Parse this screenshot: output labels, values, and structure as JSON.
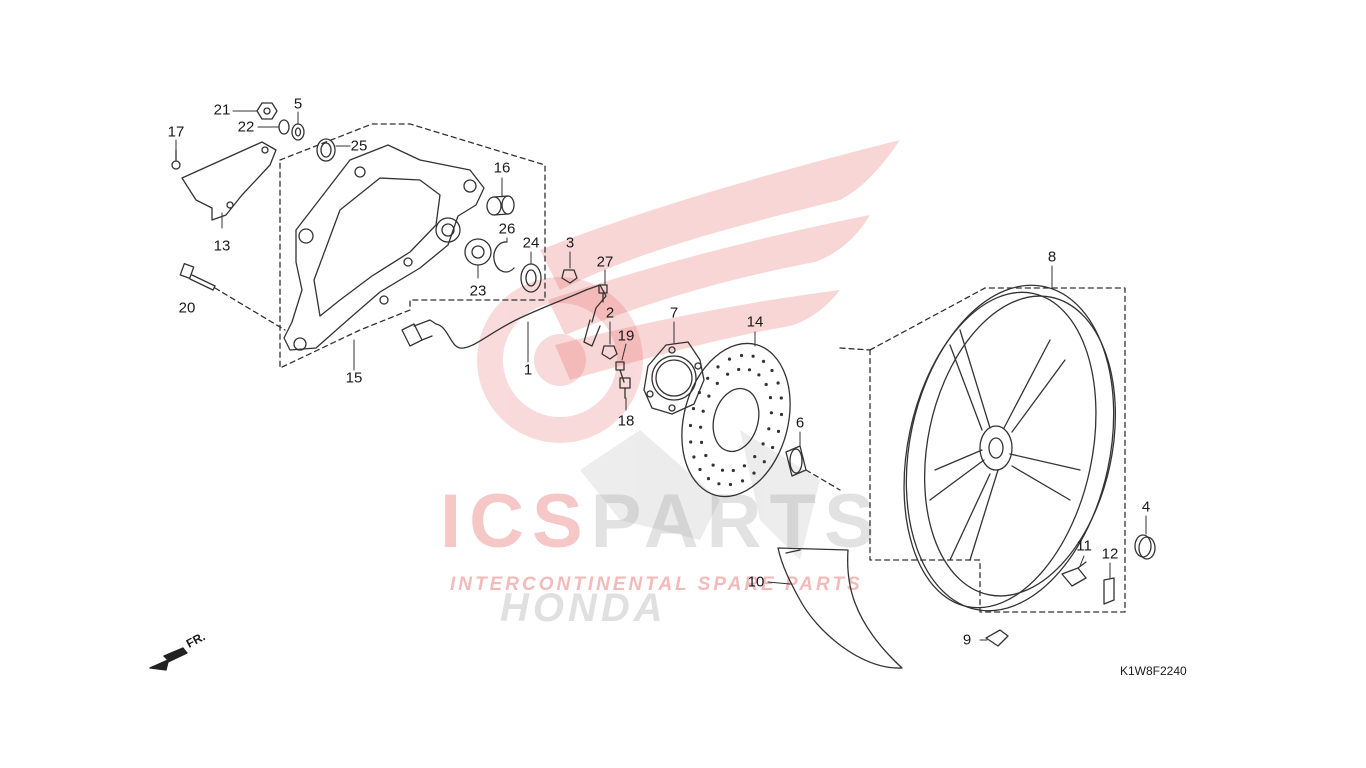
{
  "diagram": {
    "code": "K1W8F2240",
    "front_indicator": "FR.",
    "watermark": {
      "brand_left": "ICS",
      "brand_right": "PARTS",
      "tagline": "INTERCONTINENTAL SPARE PARTS",
      "make": "HONDA",
      "colors": {
        "red": "#e23a3a",
        "gray": "#9a9a9a"
      }
    },
    "line_color": "#333333",
    "callouts": {
      "p1": "1",
      "p2": "2",
      "p3": "3",
      "p4": "4",
      "p5": "5",
      "p6": "6",
      "p7": "7",
      "p8": "8",
      "p9": "9",
      "p10": "10",
      "p11": "11",
      "p12": "12",
      "p13": "13",
      "p14": "14",
      "p15": "15",
      "p16": "16",
      "p17": "17",
      "p18": "18",
      "p19": "19",
      "p20": "20",
      "p21": "21",
      "p22": "22",
      "p23": "23",
      "p24": "24",
      "p25": "25",
      "p26": "26",
      "p27": "27"
    }
  }
}
